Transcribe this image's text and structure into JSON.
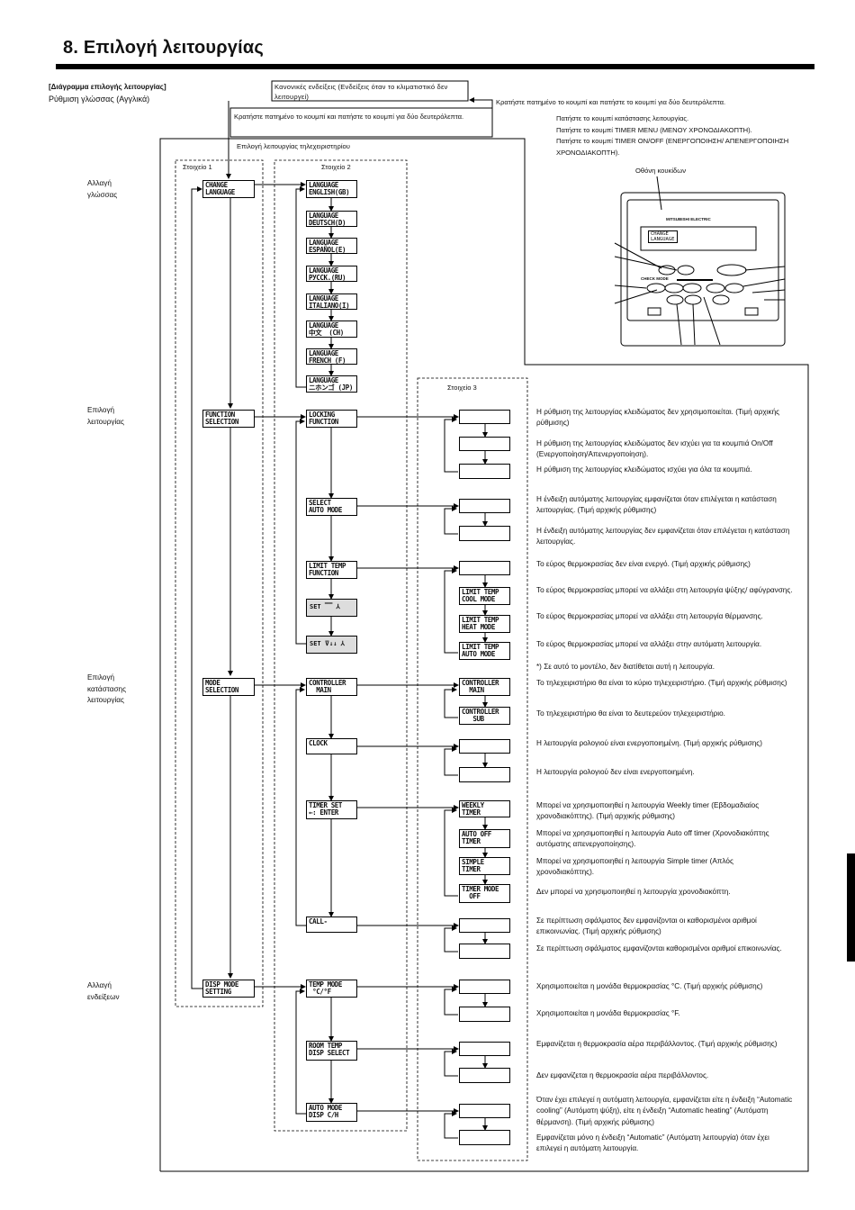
{
  "page_title": "8. Επιλογή λειτουργίας",
  "diagram_title": "[Διάγραμμα επιλογής λειτουργίας]",
  "language_setting": "Ρύθμιση γλώσσας (Αγγλικά)",
  "normal_display": "Κανονικές ενδείξεις (Ενδείξεις όταν το κλιματιστικό δεν λειτουργεί)",
  "hold_right": "Κρατήστε πατημένο το κουμπί και πατήστε το κουμπί για δύο δευτερόλεπτα.",
  "hold_left": "Κρατήστε πατημένο το κουμπί και πατήστε το κουμπί για δύο δευτερόλεπτα.",
  "press_instructions": [
    "Πατήστε το κουμπί κατάστασης λειτουργίας.",
    "Πατήστε το κουμπί TIMER MENU (ΜΕΝΟΥ ΧΡΟΝΟΔΙΑΚΟΠΤΗ).",
    "Πατήστε το κουμπί TIMER ON/OFF (ΕΝΕΡΓΟΠΟΙΗΣΗ/ ΑΠΕΝΕΡΓΟΠΟΙΗΣΗ ΧΡΟΝΟΔΙΑΚΟΠΤΗ)."
  ],
  "dot_display": "Οθόνη κουκίδων",
  "remote_selection": "Επιλογή λειτουργίας τηλεχειριστηρίου",
  "item1": "Στοιχείο 1",
  "item2": "Στοιχείο 2",
  "item3": "Στοιχείο 3",
  "side_labels": {
    "language": "Αλλαγή γλώσσας",
    "function": "Επιλογή λειτουργίας",
    "mode": "Επιλογή κατάστασης λειτουργίας",
    "display": "Αλλαγή ενδείξεων"
  },
  "remote": {
    "brand": "MITSUBISHI ELECTRIC",
    "screen_line1": "CHANGE",
    "screen_line2": "LANGUAGE",
    "check_label": "CHECK MODE"
  },
  "item1_lcds": {
    "change_language": "CHANGE\nLANGUAGE",
    "function_selection": "FUNCTION\nSELECTION",
    "mode_selection": "MODE\nSELECTION",
    "disp_mode": "DISP MODE\nSETTING"
  },
  "languages": [
    "LANGUAGE\nENGLISH(GB)",
    "LANGUAGE\nDEUTSCH(D)",
    "LANGUAGE\nESPAÑOL(E)",
    "LANGUAGE\nРУССК.(RU)",
    "LANGUAGE\nITALIANO(I)",
    "LANGUAGE\n中文  (CH)",
    "LANGUAGE\nFRENCH (F)",
    "LANGUAGE\nニホンゴ (JP)"
  ],
  "item2_lcds": {
    "locking": "LOCKING\nFUNCTION",
    "auto_mode": "SELECT\nAUTO MODE",
    "limit_temp": "LIMIT TEMP\nFUNCTION",
    "set_cool": "SET",
    "set_heat": "SET",
    "controller": "CONTROLLER\n  MAIN",
    "clock": "CLOCK",
    "timer_set": "TIMER SET\n←: ENTER",
    "call": "CALL-",
    "temp_mode": "TEMP MODE\n °C/°F",
    "room_temp": "ROOM TEMP\nDISP SELECT",
    "auto_mode_disp": "AUTO MODE\nDISP C/H"
  },
  "item3_lcds": {
    "limit_cool": "LIMIT TEMP\nCOOL MODE",
    "limit_heat": "LIMIT TEMP\nHEAT MODE",
    "limit_auto": "LIMIT TEMP\nAUTO MODE",
    "controller_main": "CONTROLLER\n  MAIN",
    "controller_sub": "CONTROLLER\n   SUB",
    "weekly_timer": "WEEKLY\nTIMER",
    "auto_off_timer": "AUTO OFF\nTIMER",
    "simple_timer": "SIMPLE\nTIMER",
    "timer_mode_off": "TIMER MODE\n  OFF"
  },
  "descriptions": {
    "d1": "Η ρύθμιση της λειτουργίας κλειδώματος δεν χρησιμοποιείται. (Τιμή αρχικής ρύθμισης)",
    "d2": "Η ρύθμιση της λειτουργίας κλειδώματος δεν ισχύει για τα κουμπιά On/Off (Ενεργοποίηση/Απενεργοποίηση).",
    "d3": "Η ρύθμιση της λειτουργίας κλειδώματος ισχύει για όλα τα κουμπιά.",
    "d4": "Η ένδειξη αυτόματης λειτουργίας εμφανίζεται όταν επιλέγεται η κατάσταση λειτουργίας. (Τιμή αρχικής ρύθμισης)",
    "d5": "Η ένδειξη αυτόματης λειτουργίας δεν εμφανίζεται όταν επιλέγεται η κατάσταση λειτουργίας.",
    "d6": "Το εύρος θερμοκρασίας δεν είναι ενεργό. (Τιμή αρχικής ρύθμισης)",
    "d7": "Το εύρος θερμοκρασίας μπορεί να αλλάξει στη λειτουργία ψύξης/ αφύγρανσης.",
    "d8": "Το εύρος θερμοκρασίας μπορεί να αλλάξει στη λειτουργία θέρμανσης.",
    "d9": "Το εύρος θερμοκρασίας μπορεί να αλλάξει στην αυτόματη λειτουργία.",
    "d9b": "*) Σε αυτό το μοντέλο, δεν διατίθεται αυτή η λειτουργία.",
    "d10": "Το τηλεχειριστήριο θα είναι το κύριο τηλεχειριστήριο. (Τιμή αρχικής ρύθμισης)",
    "d11": "Το τηλεχειριστήριο θα είναι το δευτερεύον τηλεχειριστήριο.",
    "d12": "Η λειτουργία ρολογιού είναι ενεργοποιημένη. (Τιμή αρχικής ρύθμισης)",
    "d13": "Η λειτουργία ρολογιού δεν είναι ενεργοποιημένη.",
    "d14": "Μπορεί να χρησιμοποιηθεί η λειτουργία Weekly timer (Εβδομαδιαίος χρονοδιακόπτης). (Τιμή αρχικής ρύθμισης)",
    "d15": "Μπορεί να χρησιμοποιηθεί η λειτουργία Auto off timer (Χρονοδιακόπτης αυτόματης απενεργοποίησης).",
    "d16": "Μπορεί να χρησιμοποιηθεί η λειτουργία Simple timer (Απλός χρονοδιακόπτης).",
    "d17": "Δεν μπορεί να χρησιμοποιηθεί η λειτουργία χρονοδιακόπτη.",
    "d18": "Σε περίπτωση σφάλματος δεν εμφανίζονται οι καθορισμένοι αριθμοί επικοινωνίας. (Τιμή αρχικής ρύθμισης)",
    "d19": "Σε περίπτωση σφάλματος εμφανίζονται καθορισμένοι αριθμοί επικοινωνίας.",
    "d20": "Χρησιμοποιείται η μονάδα θερμοκρασίας °C. (Τιμή αρχικής ρύθμισης)",
    "d21": "Χρησιμοποιείται η μονάδα θερμοκρασίας °F.",
    "d22": "Εμφανίζεται η θερμοκρασία αέρα περιβάλλοντος. (Τιμή αρχικής ρύθμισης)",
    "d23": "Δεν εμφανίζεται η θερμοκρασία αέρα περιβάλλοντος.",
    "d24": "Όταν έχει επιλεγεί η αυτόματη λειτουργία, εμφανίζεται είτε η ένδειξη “Automatic cooling” (Αυτόματη ψύξη), είτε η ένδειξη “Automatic heating” (Αυτόματη θέρμανση). (Τιμή αρχικής ρύθμισης)",
    "d25": "Εμφανίζεται μόνο η ένδειξη “Automatic” (Αυτόματη λειτουργία) όταν έχει επιλεγεί η αυτόματη λειτουργία."
  }
}
